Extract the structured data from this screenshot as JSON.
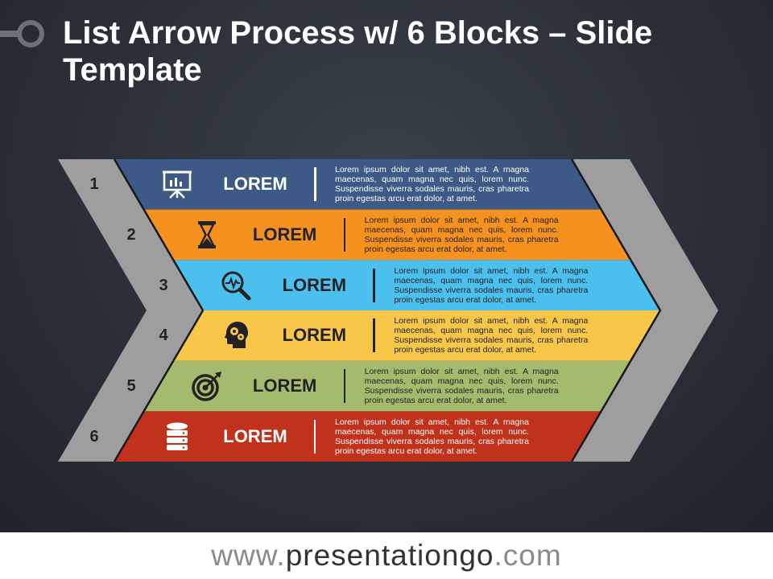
{
  "title": "List Arrow Process w/ 6 Blocks – Slide Template",
  "footer": {
    "prefix": "www.",
    "domain": "presentationgo",
    "suffix": ".com"
  },
  "colors": {
    "background": "#2b3038",
    "chevron": "#9e9e9e",
    "text_dark": "#222222",
    "text_light": "#ffffff"
  },
  "steps": [
    {
      "number": "1",
      "label": "LOREM",
      "color": "#3d5a86",
      "label_color": "#ffffff",
      "icon": "presentation-board-icon",
      "text": "Lorem ipsum dolor sit amet, nibh est. A magna maecenas, quam magna nec quis, lorem nunc. Suspendisse viverra sodales mauris, cras pharetra proin egestas arcu erat dolor, at amet."
    },
    {
      "number": "2",
      "label": "LOREM",
      "color": "#f5911e",
      "label_color": "#222222",
      "icon": "hourglass-icon",
      "text": "Lorem ipsum dolor sit amet, nibh est. A magna maecenas, quam magna nec quis, lorem nunc. Suspendisse viverra sodales mauris, cras pharetra proin egestas arcu erat dolor, at amet."
    },
    {
      "number": "3",
      "label": "LOREM",
      "color": "#4bbfee",
      "label_color": "#222222",
      "icon": "magnifier-pulse-icon",
      "text": "Lorem ipsum dolor sit amet, nibh est. A magna maecenas, quam magna nec quis, lorem nunc. Suspendisse viverra sodales mauris, cras pharetra proin egestas arcu erat dolor, at amet."
    },
    {
      "number": "4",
      "label": "LOREM",
      "color": "#f8c649",
      "label_color": "#222222",
      "icon": "head-gears-icon",
      "text": "Lorem ipsum dolor sit amet, nibh est. A magna maecenas, quam magna nec quis, lorem nunc. Suspendisse viverra sodales mauris, cras pharetra proin egestas arcu erat dolor, at amet."
    },
    {
      "number": "5",
      "label": "LOREM",
      "color": "#a4bb6e",
      "label_color": "#222222",
      "icon": "target-arrow-icon",
      "text": "Lorem ipsum dolor sit amet, nibh est. A magna maecenas, quam magna nec quis, lorem nunc. Suspendisse viverra sodales mauris, cras pharetra proin egestas arcu erat dolor, at amet."
    },
    {
      "number": "6",
      "label": "LOREM",
      "color": "#c0321b",
      "label_color": "#ffffff",
      "icon": "database-icon",
      "text": "Lorem ipsum dolor sit amet, nibh est. A magna maecenas, quam magna nec quis, lorem nunc. Suspendisse viverra sodales mauris, cras pharetra proin egestas arcu erat dolor, at amet."
    }
  ]
}
